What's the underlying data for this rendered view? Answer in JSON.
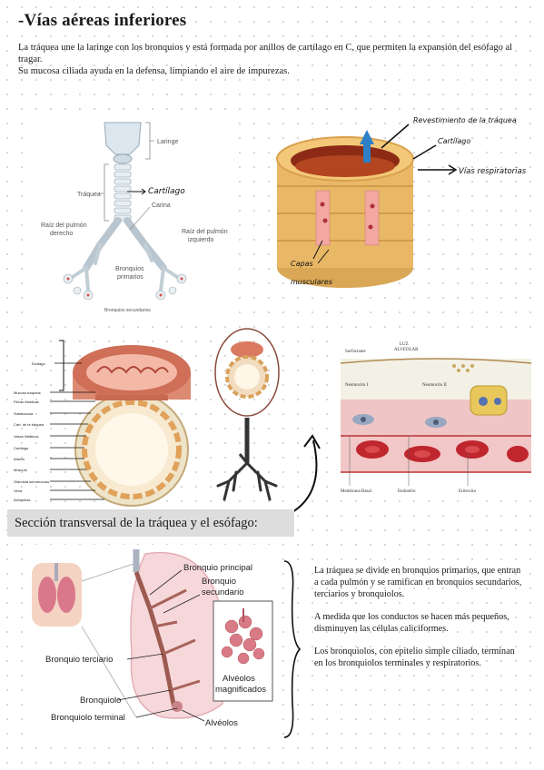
{
  "title": "-Vías aéreas inferiores",
  "intro": {
    "line1": "La tráquea une la laringe con los bronquios y está formada por anillos de cartílago en C, que permiten la expansión del esófago al tragar.",
    "line2": "Su mucosa ciliada ayuda en la defensa, limpiando el aire de impurezas."
  },
  "trachea_diagram": {
    "laringe": "Laringe",
    "traquea": "Tráquea",
    "cartilago_hand": "Cartílago",
    "carina": "Carina",
    "raiz_derecho_1": "Raíz del pulmón",
    "raiz_derecho_2": "derecho",
    "raiz_izquierdo_1": "Raíz del pulmón",
    "raiz_izquierdo_2": "izquierdo",
    "bronquios_primarios_1": "Bronquios",
    "bronquios_primarios_2": "primarios",
    "bronquios_secundarios": "Bronquios secundarios"
  },
  "ring_diagram": {
    "revestimiento": "Revestimiento de la tráquea",
    "cartilago": "Cartílago",
    "vias": "Vías respiratorias",
    "capas_1": "Capas",
    "capas_2": "musculares"
  },
  "cross_section_labels": [
    "Esófago",
    "Mucosa traqueal",
    "Fibras elásticas",
    "Submucosa",
    "Cart. de la tráquea",
    "Vasos linfáticos",
    "Cartílago",
    "Arteria",
    "Músculo",
    "Glándula seromucosa",
    "Vena",
    "Adventicia"
  ],
  "alveolus_diagram": {
    "surfactante": "Surfactante",
    "luz_1": "LUZ",
    "luz_2": "ALVEOLAR",
    "neumocito1": "Neumocito I",
    "neumocito2": "Neumocito II",
    "membrana": "Membrana Basal",
    "endotelio": "Endotelio",
    "eritrocito": "Eritrocito"
  },
  "section_title": "Sección transversal de la tráquea y el esófago:",
  "bronchi_diagram": {
    "principal": "Bronquio principal",
    "secundario_1": "Bronquio",
    "secundario_2": "secundario",
    "terciario": "Bronquio terciario",
    "bronquiolo": "Bronquiolo",
    "terminal": "Bronquiolo terminal",
    "alveolos": "Alvéolos",
    "magnif_1": "Alvéolos",
    "magnif_2": "magnificados"
  },
  "right_text": {
    "p1": "La tráquea se divide en bronquios primarios, que entran a cada pulmón y se ramifican en bronquios secundarios, terciarios y bronquiolos.",
    "p2": "A medida que los conductos se hacen más pequeños, disminuyen las células caliciformes.",
    "p3": "Los bronquiolos, con epitelio simple ciliado, terminan en los bronquiolos terminales y respiratorios."
  }
}
